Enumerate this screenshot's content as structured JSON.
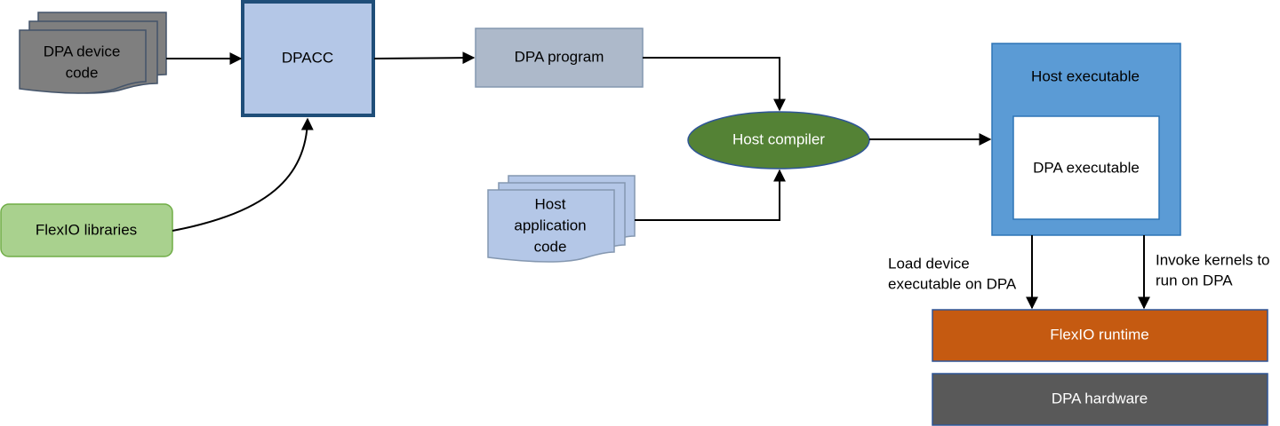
{
  "nodes": {
    "dpa_device_code": {
      "line1": "DPA device",
      "line2": "code",
      "color": "#7f7f7f"
    },
    "dpacc": {
      "label": "DPACC",
      "color": "#b4c7e7",
      "border": "#1f4e79"
    },
    "dpa_program": {
      "label": "DPA program",
      "color": "#adb9ca"
    },
    "host_compiler": {
      "label": "Host compiler",
      "color": "#548235"
    },
    "host_application_code": {
      "line1": "Host",
      "line2": "application",
      "line3": "code",
      "color": "#b4c7e7"
    },
    "flexio_libraries": {
      "label": "FlexIO libraries",
      "color": "#a9d18e"
    },
    "host_executable": {
      "label": "Host executable",
      "color": "#5b9bd5"
    },
    "dpa_executable": {
      "label": "DPA executable",
      "color": "#ffffff"
    },
    "flexio_runtime": {
      "label": "FlexIO runtime",
      "color": "#c55a11"
    },
    "dpa_hardware": {
      "label": "DPA hardware",
      "color": "#595959"
    }
  },
  "edge_labels": {
    "load": {
      "line1": "Load device",
      "line2": "executable on DPA"
    },
    "invoke": {
      "line1": "Invoke kernels to",
      "line2": "run on DPA"
    }
  }
}
